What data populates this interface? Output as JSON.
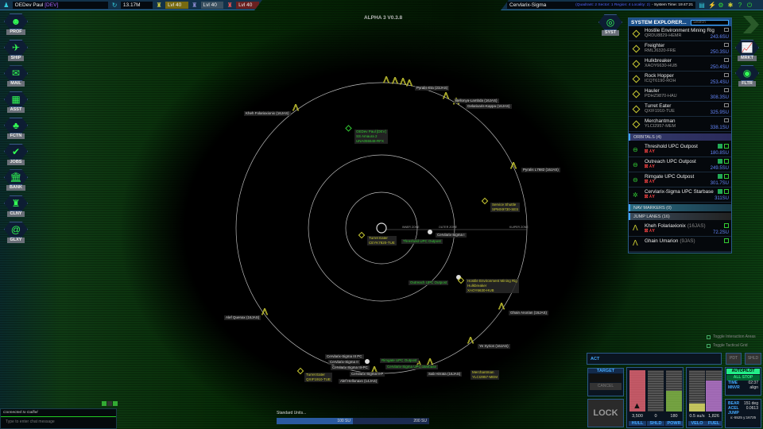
{
  "top_left": {
    "player": "OEDev Paul",
    "player_tag": "[DEV]",
    "credits": "13.17M",
    "lvl1": "Lvl 40",
    "lvl2": "Lvl 40",
    "lvl3": "Lvl 40"
  },
  "version": "ALPHA 3 V0.3.8",
  "top_right": {
    "system": "Cervlarix-Sigma",
    "location": "(Quadrant: 2 Sector: 1 Region: 4 Locality: 2)",
    "time": "- System Time: 19:47:21"
  },
  "left_nav": [
    {
      "label": "PROF",
      "icon": "profile-icon"
    },
    {
      "label": "SHIP",
      "icon": "ship-icon"
    },
    {
      "label": "MAIL",
      "icon": "mail-icon"
    },
    {
      "label": "ASST",
      "icon": "assets-icon"
    },
    {
      "label": "FCTN",
      "icon": "faction-icon"
    },
    {
      "label": "JOBS",
      "icon": "jobs-icon"
    },
    {
      "label": "BANK",
      "icon": "bank-icon"
    },
    {
      "label": "CLNY",
      "icon": "colony-icon"
    },
    {
      "label": "GLXY",
      "icon": "galaxy-icon"
    }
  ],
  "right_nav": [
    {
      "label": "SYST"
    },
    {
      "label": "MRKT"
    },
    {
      "label": "FLTR"
    }
  ],
  "explorer": {
    "title": "SYSTEM EXPLORER...",
    "search_placeholder": "Search",
    "ships": [
      {
        "name": "Hostile Environment Mining Rig",
        "code": "QRDU8829-HEMR",
        "dist": "243.6SU"
      },
      {
        "name": "Freighter",
        "code": "RMLJ6320-FRE",
        "dist": "250.3SU"
      },
      {
        "name": "Hulkbreaker",
        "code": "XAOY6630-HUB",
        "dist": "250.4SU"
      },
      {
        "name": "Rock Hopper",
        "code": "ICQT6190-ROH",
        "dist": "253.4SU"
      },
      {
        "name": "Hauler",
        "code": "PDHZ9870-HAU",
        "dist": "308.3SU"
      },
      {
        "name": "Turret Eater",
        "code": "QXIF1910-TUE",
        "dist": "325.9SU"
      },
      {
        "name": "Merchantman",
        "code": "YLCI2957-MEM",
        "dist": "338.1SU"
      }
    ],
    "orbitals_header": "ORBITALS (4)",
    "orbitals": [
      {
        "name": "Threshold UPC Outpost",
        "dist": "180.8SU"
      },
      {
        "name": "Outreach UPC Outpost",
        "dist": "249.5SU"
      },
      {
        "name": "Rimgate UPC Outpost",
        "dist": "301.7SU"
      },
      {
        "name": "Cervlarix-Sigma UPC Starbase",
        "dist": "311SU"
      }
    ],
    "nav_header": "NAV MARKERS (0)",
    "jump_header": "JUMP LANES (16)",
    "jumps": [
      {
        "name": "Kheh Folariaxionix",
        "jas": "(16JAS)",
        "dist": "72.2SU"
      },
      {
        "name": "Ghain Umarion",
        "jas": "(9JAS)",
        "dist": ""
      }
    ]
  },
  "map": {
    "zones": [
      "INNER ZONE",
      "OUTER ZONE",
      "KUIPER ZONE"
    ],
    "labels": [
      "Kheh Folariaxionix (16JAS)",
      "Pyralis-Eta (23JAS)",
      "Bellonya-Lambda (16JAS)",
      "Gelarixaris-Kappa (16JAS)",
      "Pyralis L7682 (16JAS)",
      "Alef Quenax (16JAS)",
      "Ghain Anorian (16JAS)",
      "Ye Xyrion (16JAS)",
      "Alef Hellonaxs (14JAS)",
      "Sab Hirrata (16JAS)",
      "Cervlarix-Sigma I",
      "Cervlarix-Sigma III PC",
      "Cervlarix-Sigma II",
      "Cervlarix-Sigma III-PC",
      "Cervlarix-Sigma II-P"
    ],
    "player_tag": [
      "OEDev Paul [DEV]",
      "SS Amaura 2",
      "UNA055548-RFX"
    ],
    "yellow": [
      [
        "Service Shuttle",
        "SPMX9730-SES"
      ],
      [
        "Turret Eater",
        "CEYK7820-TUE"
      ],
      [
        "Turret Eater",
        "QXIF1910-TUE"
      ],
      [
        "Hostile Environment Mining Rig",
        "Hulkbreaker",
        "XAOY6630-HUB"
      ],
      [
        "Merchantman",
        "YLCI2957-MEM"
      ]
    ],
    "green": [
      "Threshold UPC Outpost",
      "Outreach UPC Outpost",
      "Rimgate UPC Outpost",
      "Cervlarix-Sigma UPC Starbase"
    ]
  },
  "toggles": [
    "Toggle Interaction Areas",
    "Toggle Tactical Grid"
  ],
  "chat": {
    "status": "Connected to Galfiel",
    "placeholder": "Type to enter chat message"
  },
  "scale": {
    "title": "Standard Units...",
    "a": "100 SU",
    "b": "200 SU"
  },
  "hud": {
    "act": "ACT",
    "pdt": "PDT",
    "shld_btn": "SHLD",
    "target": "TARGET",
    "cancel": "CANCEL",
    "lock": "LOCK",
    "bars": [
      {
        "label": "HULL",
        "value": "3,500",
        "fill": 1.0,
        "color": "#d65a6a"
      },
      {
        "label": "SHLD",
        "value": "0",
        "fill": 0,
        "color": "#888"
      },
      {
        "label": "POWR",
        "value": "180",
        "fill": 0.5,
        "color": "#7ab040"
      },
      {
        "label": "VELO",
        "value": "0.5 su/s",
        "fill": 0.2,
        "color": "#d8d860"
      },
      {
        "label": "FUEL",
        "value": "1,826",
        "fill": 0.75,
        "color": "#b070c8"
      }
    ],
    "autopilot": "AUTOPILOT",
    "allstop": "ALL STOP",
    "time_l": "TIME",
    "time_v": "02:37",
    "mnvr_l": "MNVR",
    "mnvr_v": "align",
    "bear_l": "BEAR",
    "bear_v": "151 deg",
    "acel_l": "ACEL",
    "acel_v": "0.0613",
    "jump_l": "JUMP",
    "coords": "x:-5525 y:16725"
  }
}
